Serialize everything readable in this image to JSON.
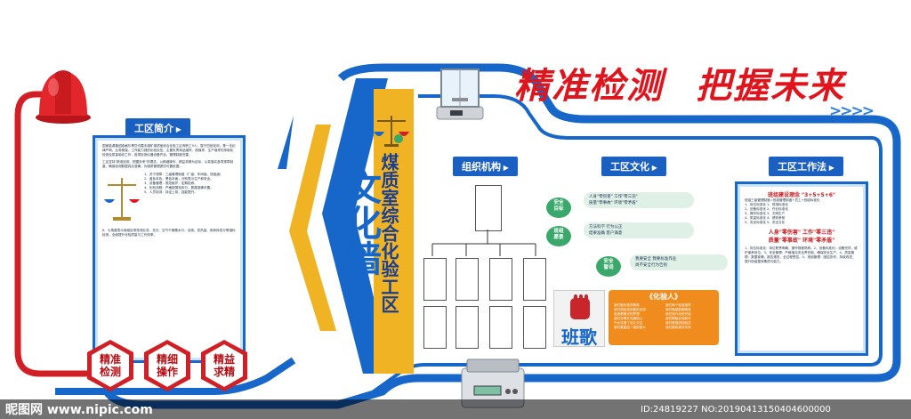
{
  "slogan": {
    "part1": "精准检测",
    "part2": "把握未来"
  },
  "chevrons": ">>>>",
  "left_panel": {
    "tab": "工区简介",
    "paragraph1": "国家能源集团准格尔黑岱沟露天煤矿煤质室综合化验工区有职工9人，属于四班轮岗，是一支纪律严明、业务精湛、工作能力强的化验队伍。主要负责商品煤样、原煤样、生产煤样的采制化检测及质量验收工作，各类检测仪器设备齐全，管理制度完善。",
    "paragraph2": "工区坚持\"精准检测、把握未来\"的理念，以精细操作、精益求精为目标，认真落实各项规章制度，确保检测数据真实准确，为煤质管理提供可靠依据。",
    "list_items": [
      "1、关于规章：三级管理制度（厂级、车间级、班组级）",
      "2、蓝色本色，黑色本面；分别表示生产和安全。",
      "3、设备管理：规范维护，定期检修。",
      "4、化验流程：严格按国标执行，数据准确可靠。",
      "5、人员培训：持证上岗，技能提升。"
    ],
    "paragraph3": "6、七角星表示我组目常抢测业务，充分、空气干燥基水分、全硫、发热量、氮和挥发分等指标检测，全面提升化验质量与工作效率。"
  },
  "hexagons": [
    {
      "line1": "精准",
      "line2": "检测"
    },
    {
      "line1": "精细",
      "line2": "操作"
    },
    {
      "line1": "精益",
      "line2": "求精"
    }
  ],
  "title_vertical": "煤质室综合化验工区",
  "culture_wall": "文化墙",
  "org_tab": "组织机构",
  "culture_tab": "工区文化",
  "culture_items": [
    {
      "label": "安全\n目标",
      "text": "人身\"零伤害\"  工作\"零三违\"\n质量\"零事故\"  环境\"零矛盾\""
    },
    {
      "label": "班组\n愿景",
      "text": "方法科学  行为公正\n结果准确  客户满意"
    },
    {
      "label": "安全\n誓词",
      "text": "我要安全  我要标准作业\n尚不安全行为告别"
    }
  ],
  "song": {
    "label": "班歌",
    "title": "《化验人》",
    "lines": [
      "我们是化验的精英",
      "我们每个检查煤样",
      "我们用检查设备的业务",
      "我们衡量数据精准",
      "追逐着微光的梦想",
      "我们用行动来开始",
      "我们对明天充满信心",
      "我们脚踏实地前行",
      "汗水浇灌了这片天空",
      "我们是煤质检验员",
      "我们要团结一致的奋斗",
      "我们拥有美好未来"
    ]
  },
  "right_panel": {
    "tab": "工区工作法",
    "heading": "班组建设理念 \"3+5+5+6\"",
    "rule_lines": [
      "班组三级管理制度=班组管理制度+员工+班组标准化",
      "1、岗位标准化    1、现场标准化",
      "2、设备标准化    2、作业标准化",
      "3、操作标准化    3、文明生产",
      "4、质量标准化    4、绩效考核",
      "5、安全标准化    5、安全文化"
    ],
    "red1": "人身\"零伤害\"  工作\"零三违\"",
    "red2": "质量\"零事故\"  环境\"零矛盾\"",
    "body": "1、岗位标准化：岗位职责明确，操作规程熟练。2、设备标准化：设备完好，维护保养到位。3、安全管理：严格落实安全责任制，确保安全生产。4、质量管理：数据准确，报告规范，全过程受控。5、班组管理：团结协作，持续改进，提升班组整体素质与能力。"
  },
  "colors": {
    "blue": "#1766c9",
    "red": "#d21f25",
    "gold": "#f0b323",
    "green": "#3aa86a"
  },
  "watermark": {
    "left": "昵图网 www.nipic.com",
    "right": "ID:24819227 NO:20190413150404600000"
  }
}
